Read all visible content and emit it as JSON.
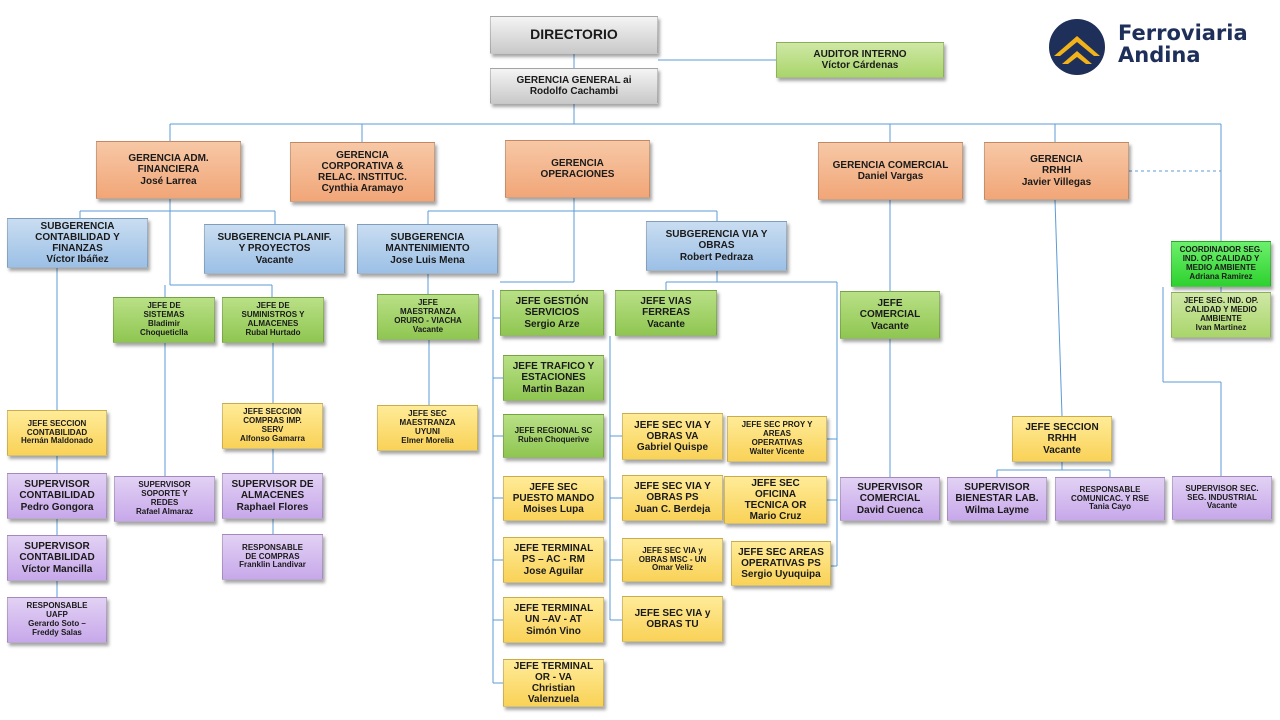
{
  "logo": {
    "line1": "Ferroviaria",
    "line2": "Andina",
    "colors": {
      "navy": "#1e2f5a",
      "gold": "#f2b21a"
    }
  },
  "colors": {
    "connector": "#5b9bd5"
  },
  "boxes": {
    "directorio": {
      "title": "DIRECTORIO",
      "name": ""
    },
    "auditor": {
      "title": "AUDITOR INTERNO",
      "name": "Víctor Cárdenas"
    },
    "gerencia_general": {
      "title": "GERENCIA  GENERAL  ai",
      "name": "Rodolfo Cachambi"
    },
    "ger_adm": {
      "title": "GERENCIA ADM.\nFINANCIERA",
      "name": "José Larrea"
    },
    "ger_corp": {
      "title": "GERENCIA\nCORPORATIVA &\nRELAC. INSTITUC.",
      "name": "Cynthia Aramayo"
    },
    "ger_oper": {
      "title": "GERENCIA\nOPERACIONES",
      "name": ""
    },
    "ger_com": {
      "title": "GERENCIA COMERCIAL",
      "name": "Daniel Vargas"
    },
    "ger_rrhh": {
      "title": "GERENCIA\nRRHH",
      "name": "Javier Villegas"
    },
    "sub_cont": {
      "title": "SUBGERENCIA\nCONTABILIDAD Y\nFINANZAS",
      "name": "Víctor Ibáñez"
    },
    "sub_plan": {
      "title": "SUBGERENCIA  PLANIF.\nY PROYECTOS",
      "name": "Vacante"
    },
    "sub_mant": {
      "title": "SUBGERENCIA\nMANTENIMIENTO",
      "name": "Jose Luis Mena"
    },
    "sub_via": {
      "title": "SUBGERENCIA VIA Y\nOBRAS",
      "name": "Robert Pedraza"
    },
    "coord_seg": {
      "title": "COORDINADOR SEG.\nIND. OP. CALIDAD Y\nMEDIO AMBIENTE",
      "name": "Adriana Ramirez"
    },
    "jefe_seg": {
      "title": "JEFE SEG. IND. OP.\nCALIDAD Y MEDIO\nAMBIENTE",
      "name": "Ivan Martinez"
    },
    "jefe_sist": {
      "title": "JEFE DE\nSISTEMAS",
      "name": "Bladimir\nChoqueticlla"
    },
    "jefe_sum": {
      "title": "JEFE DE\nSUMINISTROS  Y\nALMACENES",
      "name": "Rubal Hurtado"
    },
    "jefe_maes": {
      "title": "JEFE\nMAESTRANZA\nORURO - VIACHA",
      "name": "Vacante"
    },
    "jefe_gest": {
      "title": "JEFE GESTIÓN\nSERVICIOS",
      "name": "Sergio Arze"
    },
    "jefe_vias": {
      "title": "JEFE VIAS\nFERREAS",
      "name": "Vacante"
    },
    "jefe_com": {
      "title": "JEFE\nCOMERCIAL",
      "name": "Vacante"
    },
    "jefe_traf": {
      "title": "JEFE TRAFICO Y\nESTACIONES",
      "name": "Martin Bazan"
    },
    "jefe_reg": {
      "title": "JEFE REGIONAL SC",
      "name": "Ruben Choquerive"
    },
    "jefe_puesto": {
      "title": "JEFE SEC\nPUESTO MANDO",
      "name": "Moises Lupa"
    },
    "jefe_term_ps": {
      "title": "JEFE TERMINAL\nPS – AC - RM",
      "name": "Jose Aguilar"
    },
    "jefe_term_un": {
      "title": "JEFE TERMINAL\nUN –AV - AT",
      "name": "Simón Vino"
    },
    "jefe_term_or": {
      "title": "JEFE TERMINAL\nOR - VA",
      "name": "Christian\nValenzuela"
    },
    "jefe_sec_cont": {
      "title": "JEFE SECCION\nCONTABILIDAD",
      "name": "Hernán Maldonado"
    },
    "jefe_sec_comp": {
      "title": "JEFE SECCION\nCOMPRAS IMP.\nSERV",
      "name": "Alfonso Gamarra"
    },
    "jefe_sec_maes": {
      "title": "JEFE SEC\nMAESTRANZA\nUYUNI",
      "name": "Elmer Morelia"
    },
    "jefe_via_va": {
      "title": "JEFE  SEC VIA Y\nOBRAS VA",
      "name": "Gabriel Quispe"
    },
    "jefe_proy": {
      "title": "JEFE SEC  PROY Y\nAREAS\nOPERATIVAS",
      "name": "Walter Vicente"
    },
    "jefe_via_ps": {
      "title": "JEFE SEC VIA Y\nOBRAS PS",
      "name": "Juan C.  Berdeja"
    },
    "jefe_ofic": {
      "title": "JEFE SEC\nOFICINA\nTECNICA OR",
      "name": "Mario Cruz"
    },
    "jefe_via_msc": {
      "title": "JEFE  SEC  VIA y\nOBRAS MSC - UN",
      "name": "Omar Veliz"
    },
    "jefe_areas_ps": {
      "title": "JEFE SEC AREAS\nOPERATIVAS PS",
      "name": "Sergio Uyuquipa"
    },
    "jefe_via_tu": {
      "title": "JEFE SEC VIA y\nOBRAS TU",
      "name": ""
    },
    "jefe_sec_rrhh": {
      "title": "JEFE SECCION\nRRHH",
      "name": "Vacante"
    },
    "sup_cont_1": {
      "title": "SUPERVISOR\nCONTABILIDAD",
      "name": "Pedro Gongora"
    },
    "sup_cont_2": {
      "title": "SUPERVISOR\nCONTABILIDAD",
      "name": "Víctor Mancilla"
    },
    "resp_uafp": {
      "title": "RESPONSABLE\nUAFP",
      "name": "Gerardo Soto  –\nFreddy Salas"
    },
    "sup_soporte": {
      "title": "SUPERVISOR\nSOPORTE Y\nREDES",
      "name": "Rafael Almaraz"
    },
    "sup_almac": {
      "title": "SUPERVISOR DE\nALMACENES",
      "name": "Raphael  Flores"
    },
    "resp_compras": {
      "title": "RESPONSABLE\nDE COMPRAS",
      "name": "Franklin Landivar"
    },
    "sup_comercial": {
      "title": "SUPERVISOR\nCOMERCIAL",
      "name": "David Cuenca"
    },
    "sup_bienestar": {
      "title": "SUPERVISOR\nBIENESTAR LAB.",
      "name": "Wilma Layme"
    },
    "resp_comunic": {
      "title": "RESPONSABLE\nCOMUNICAC. Y RSE",
      "name": "Tania Cayo"
    },
    "sup_seg": {
      "title": "SUPERVISOR SEC.\nSEG. INDUSTRIAL",
      "name": "Vacante"
    }
  }
}
